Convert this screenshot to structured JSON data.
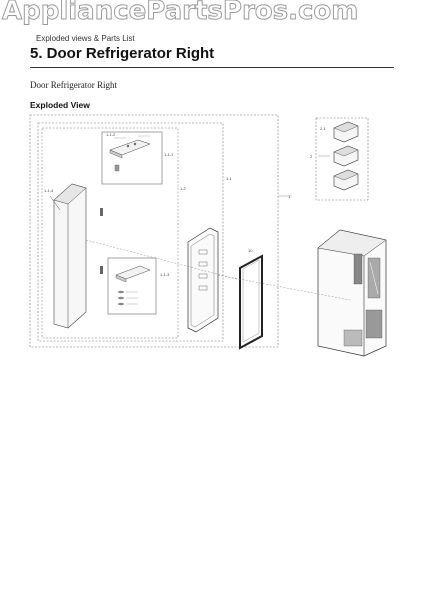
{
  "watermark": "AppliancePartsPros.com",
  "header": {
    "small": "Exploded views & Parts List",
    "section_title": "5.  Door Refrigerator Right",
    "subtitle": "Door Refrigerator Right",
    "view_label": "Exploded View"
  },
  "callouts": {
    "main": "1",
    "bins": "2",
    "bin_single": "2-1",
    "door_outer": "1-1",
    "door_inner": "1-2",
    "top_hinge": "1-1-1",
    "gasket": "10",
    "cap": "1-1-3",
    "side_parts": "1-1-4",
    "small_top": "1-1-2"
  },
  "colors": {
    "line": "#555555",
    "dash": "#777777",
    "text": "#111111"
  }
}
